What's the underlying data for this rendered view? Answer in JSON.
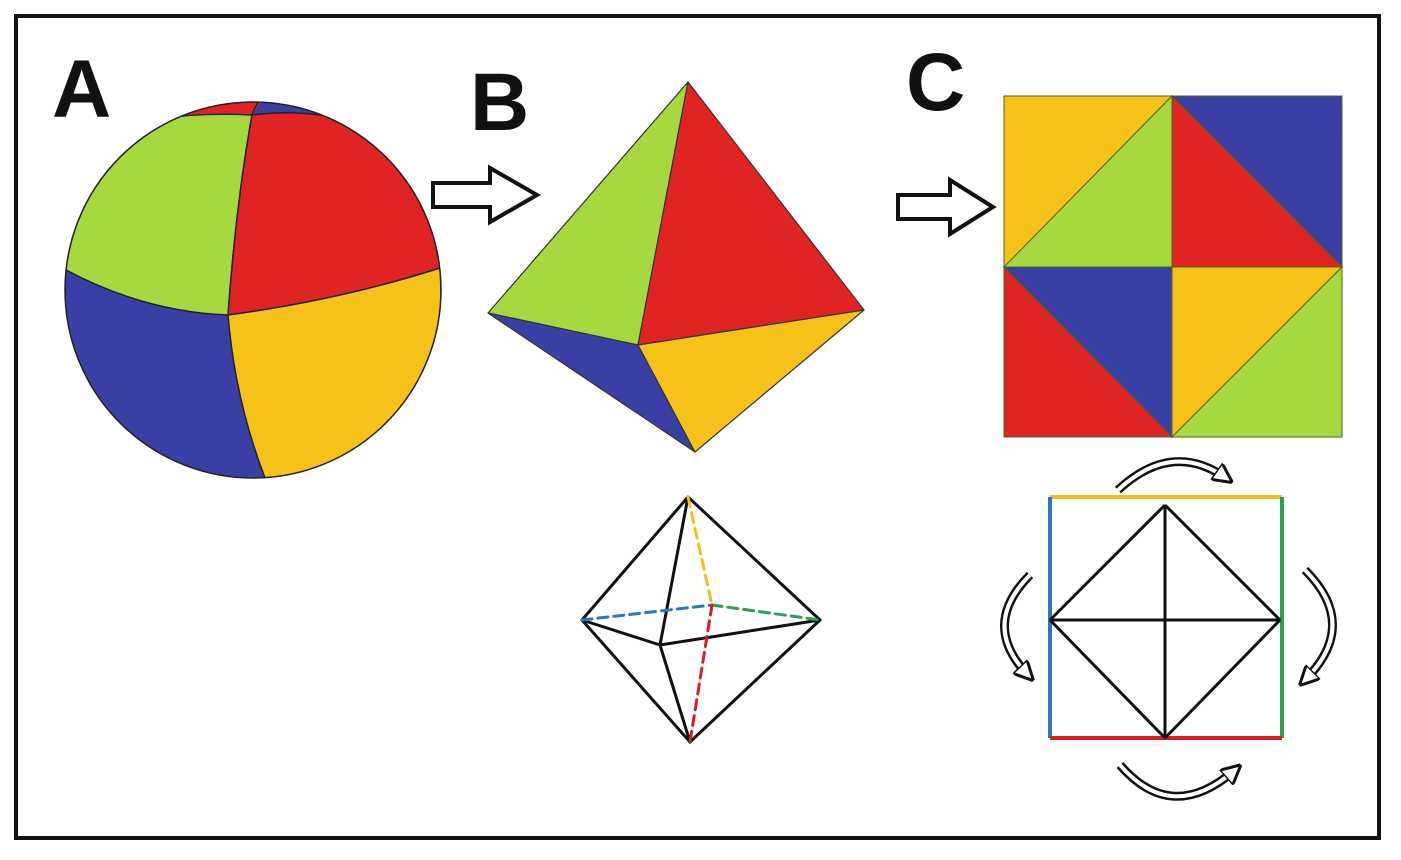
{
  "panels": {
    "a": {
      "label": "A"
    },
    "b": {
      "label": "B"
    },
    "c": {
      "label": "C"
    }
  },
  "colors": {
    "red": "#e02424",
    "blue": "#3a3fa6",
    "green": "#a6d940",
    "yellow": "#f6c21a",
    "edge_yellow": "#f0c020",
    "edge_blue": "#2a78c0",
    "edge_green": "#2aa050",
    "edge_red": "#d42020"
  },
  "icons": {
    "arrows": "hollow-right-arrow",
    "rotation": "curved-rotation-arrow"
  }
}
